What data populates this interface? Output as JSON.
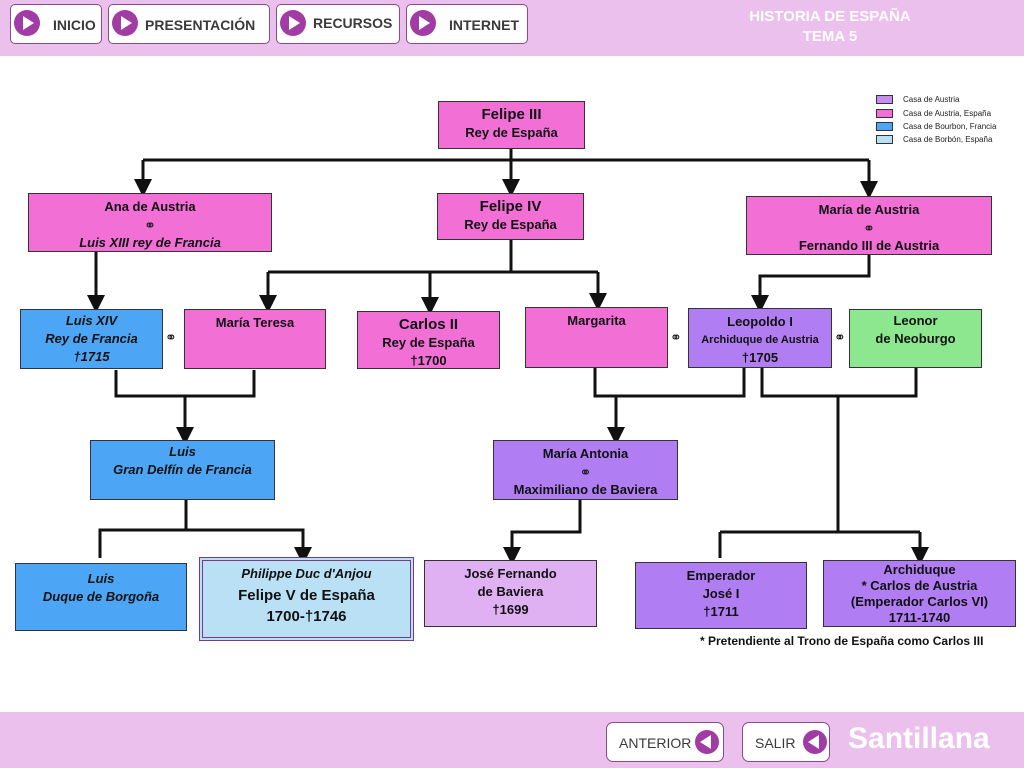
{
  "header": {
    "nav": [
      "INICIO",
      "PRESENTACIÓN",
      "RECURSOS",
      "INTERNET"
    ],
    "title_line1": "HISTORIA DE ESPAÑA",
    "title_line2": "TEMA 5"
  },
  "legend": [
    {
      "label": "Casa de Austria",
      "color": "#c68ef0"
    },
    {
      "label": "Casa de Austria, España",
      "color": "#f270d6"
    },
    {
      "label": "Casa de Bourbon, Francia",
      "color": "#4ca6f5"
    },
    {
      "label": "Casa de Borbón, España",
      "color": "#b9e0f4"
    }
  ],
  "marriage_symbol": "⚭",
  "tree": {
    "felipe3": {
      "name": "Felipe III",
      "title": "Rey de España"
    },
    "ana": {
      "name": "Ana de Austria",
      "spouse": "Luis XIII rey de Francia"
    },
    "felipe4": {
      "name": "Felipe IV",
      "title": "Rey de España"
    },
    "maria_austria": {
      "name": "María de Austria",
      "spouse": "Fernando III de Austria"
    },
    "luis14": {
      "line1": "Luis XIV",
      "line2": "Rey de Francia",
      "line3": "†1715"
    },
    "maria_teresa": {
      "name": "María Teresa"
    },
    "carlos2": {
      "name": "Carlos II",
      "title": "Rey de España",
      "date": "†1700"
    },
    "margarita": {
      "name": "Margarita"
    },
    "leopoldo": {
      "name": "Leopoldo I",
      "title": "Archiduque de Austria",
      "date": "†1705"
    },
    "leonor": {
      "line1": "Leonor",
      "line2": "de Neoburgo"
    },
    "gran_delfin": {
      "line1": "Luis",
      "line2": "Gran Delfín de Francia"
    },
    "maria_antonia": {
      "name": "María Antonia",
      "spouse": "Maximiliano de Baviera"
    },
    "luis_borgona": {
      "line1": "Luis",
      "line2": "Duque de Borgoña"
    },
    "felipe5": {
      "line1": "Philippe Duc d'Anjou",
      "line2": "Felipe V de España",
      "line3": "1700-†1746"
    },
    "jose_fernando": {
      "line1": "José Fernando",
      "line2": "de Baviera",
      "line3": "†1699"
    },
    "jose1": {
      "line1": "Emperador",
      "line2": "José I",
      "line3": "†1711"
    },
    "carlos_arch": {
      "line1": "Archiduque",
      "line2": "* Carlos de Austria",
      "line3": "(Emperador Carlos VI)",
      "line4": "1711-1740"
    }
  },
  "note": "* Pretendiente al Trono de España como Carlos III",
  "footer": {
    "anterior": "ANTERIOR",
    "salir": "SALIR",
    "brand": "Santillana"
  }
}
